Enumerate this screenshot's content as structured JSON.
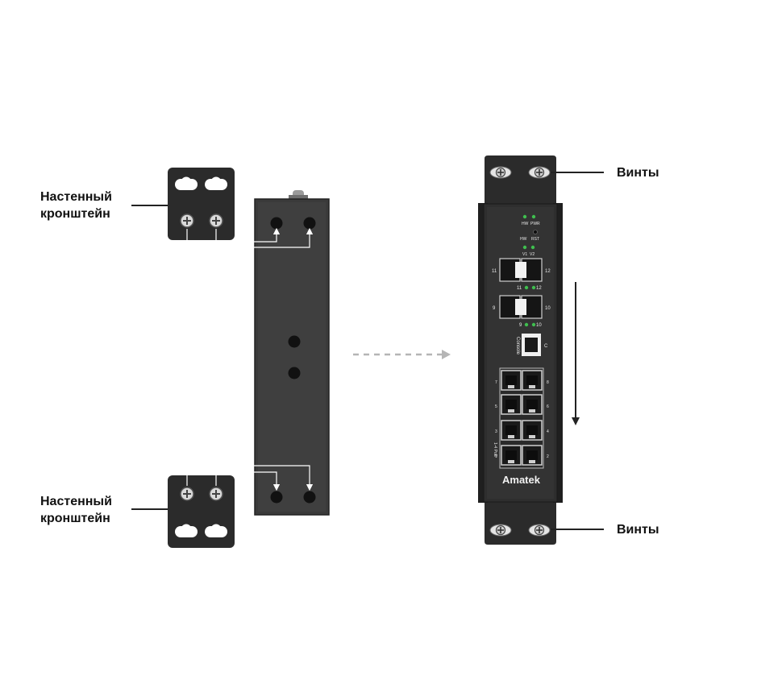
{
  "labels": {
    "wall_bracket_top": [
      "Настенный",
      "кронштейн"
    ],
    "wall_bracket_bottom": [
      "Настенный",
      "кронштейн"
    ],
    "screws_top": "Винты",
    "screws_bottom": "Винты"
  },
  "device": {
    "brand": "Amatek",
    "leds": {
      "hw": "HW",
      "pwr": "PWR",
      "rst_hw": "HW",
      "rst": "RST",
      "v1": "V1",
      "v2": "V2"
    },
    "sfp_ports": [
      "11",
      "12",
      "9",
      "10"
    ],
    "sfp_led_labels": [
      "11",
      "12",
      "9",
      "10"
    ],
    "console_label": "Console",
    "console_letter": "C",
    "rj45_ports_right": [
      "8",
      "6",
      "4",
      "2"
    ],
    "rj45_ports_left": [
      "7",
      "5",
      "3",
      "1"
    ],
    "poe_label": "1-4 PoE"
  },
  "colors": {
    "device_body": "#2e2e2e",
    "bracket": "#2b2b2b",
    "led_green": "#3fbf4f",
    "arrow_dashed": "#b5b5b5"
  },
  "icons": [
    "screw-icon",
    "mounting-hole",
    "dashed-arrow",
    "down-arrow"
  ]
}
